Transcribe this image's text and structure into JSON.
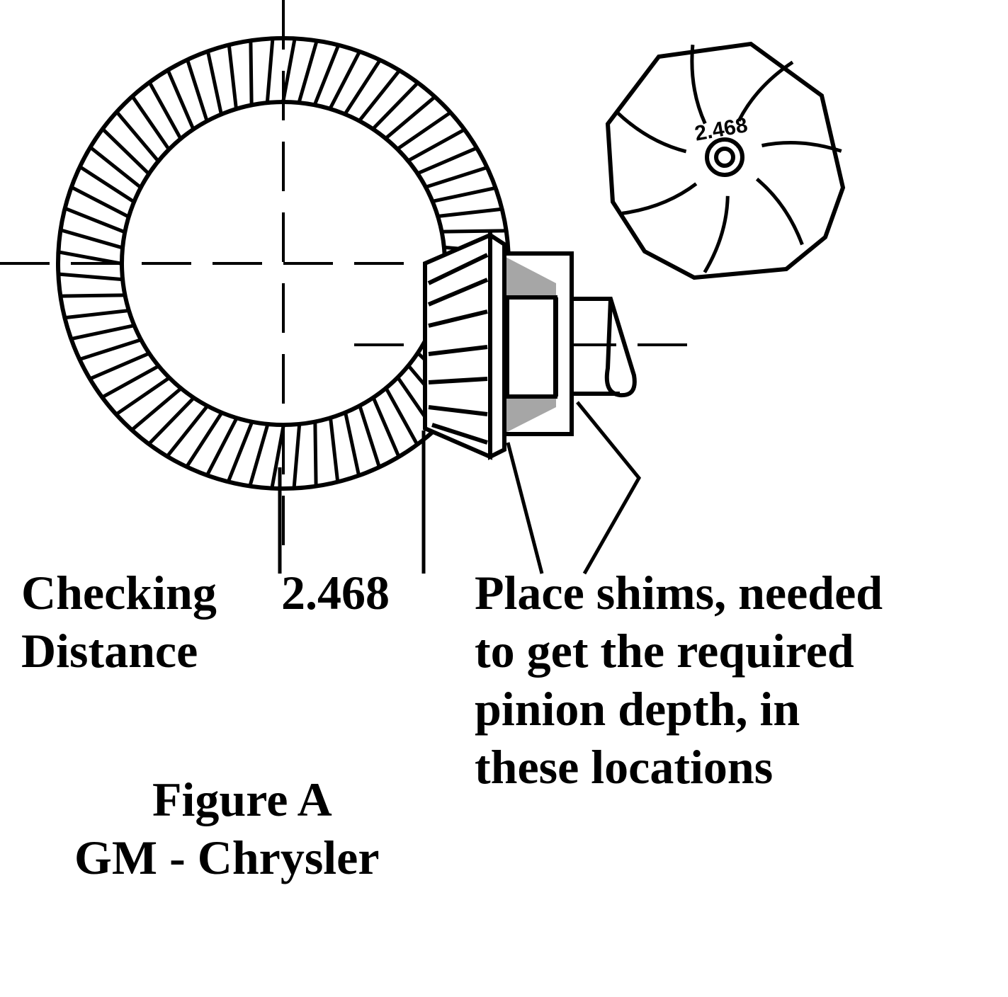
{
  "figure": {
    "pinion_face_stamp": "2.468",
    "checking_label": "Checking",
    "checking_value": "2.468",
    "distance_label": "Distance",
    "shim_note": [
      "Place shims, needed",
      "to get the required",
      "pinion depth, in",
      "these locations"
    ],
    "caption_title": "Figure A",
    "caption_subtitle": "GM - Chrysler"
  },
  "colors": {
    "ink": "#000000",
    "paper": "#ffffff"
  }
}
